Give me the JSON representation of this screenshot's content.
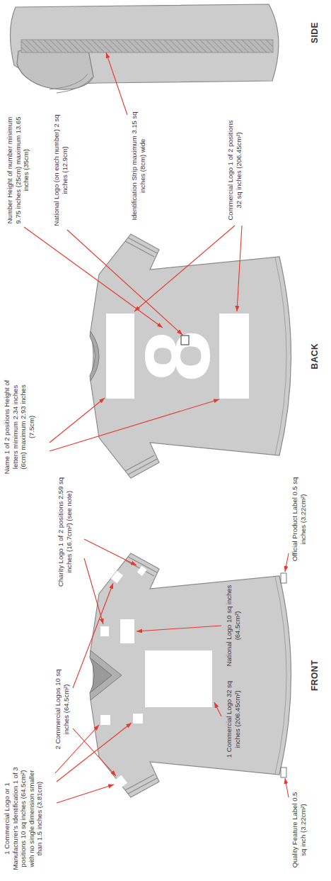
{
  "diagram": {
    "labels": [
      "Charity Logo 1 of 2 positions 2.59 sq inches (16.7cm²) (see note)",
      "2 Commercial Logos 10 sq inches (64.5cm²)",
      "1 Commercial Logo or 1 Manufacturer's Identification 1 of 3 positions 10 sq inches (64.5cm²) with no single dimension smaller than 1.5 inches (3.81cm)",
      "National Logo 10 sq inches (64.5cm²)",
      "1 Commercial Logo 32 sq inches (206.45cm²)",
      "Official Product Label 0.5 sq inches (3.22cm²)",
      "Quality Feature Label 0.5 sq inch (3.22cm²)",
      "FRONT",
      "Name 1 of 2 positions Height of letters minimum 2.34 inches (6cm) maximum 2.93 inches (7.5cm)",
      "Number Height of number minimum 9.75 inches (25cm) maximum 13.65 inches (35cm)",
      "National Logo (on each number) 2 sq inches (12.9cm)",
      "Commercial Logo 1 of 2 positions 32 sq inches (206.45cm²)",
      "8",
      "BACK",
      "Identification Strip maximum 3.15 sq inches (8cm) wide",
      "SIDE"
    ]
  }
}
